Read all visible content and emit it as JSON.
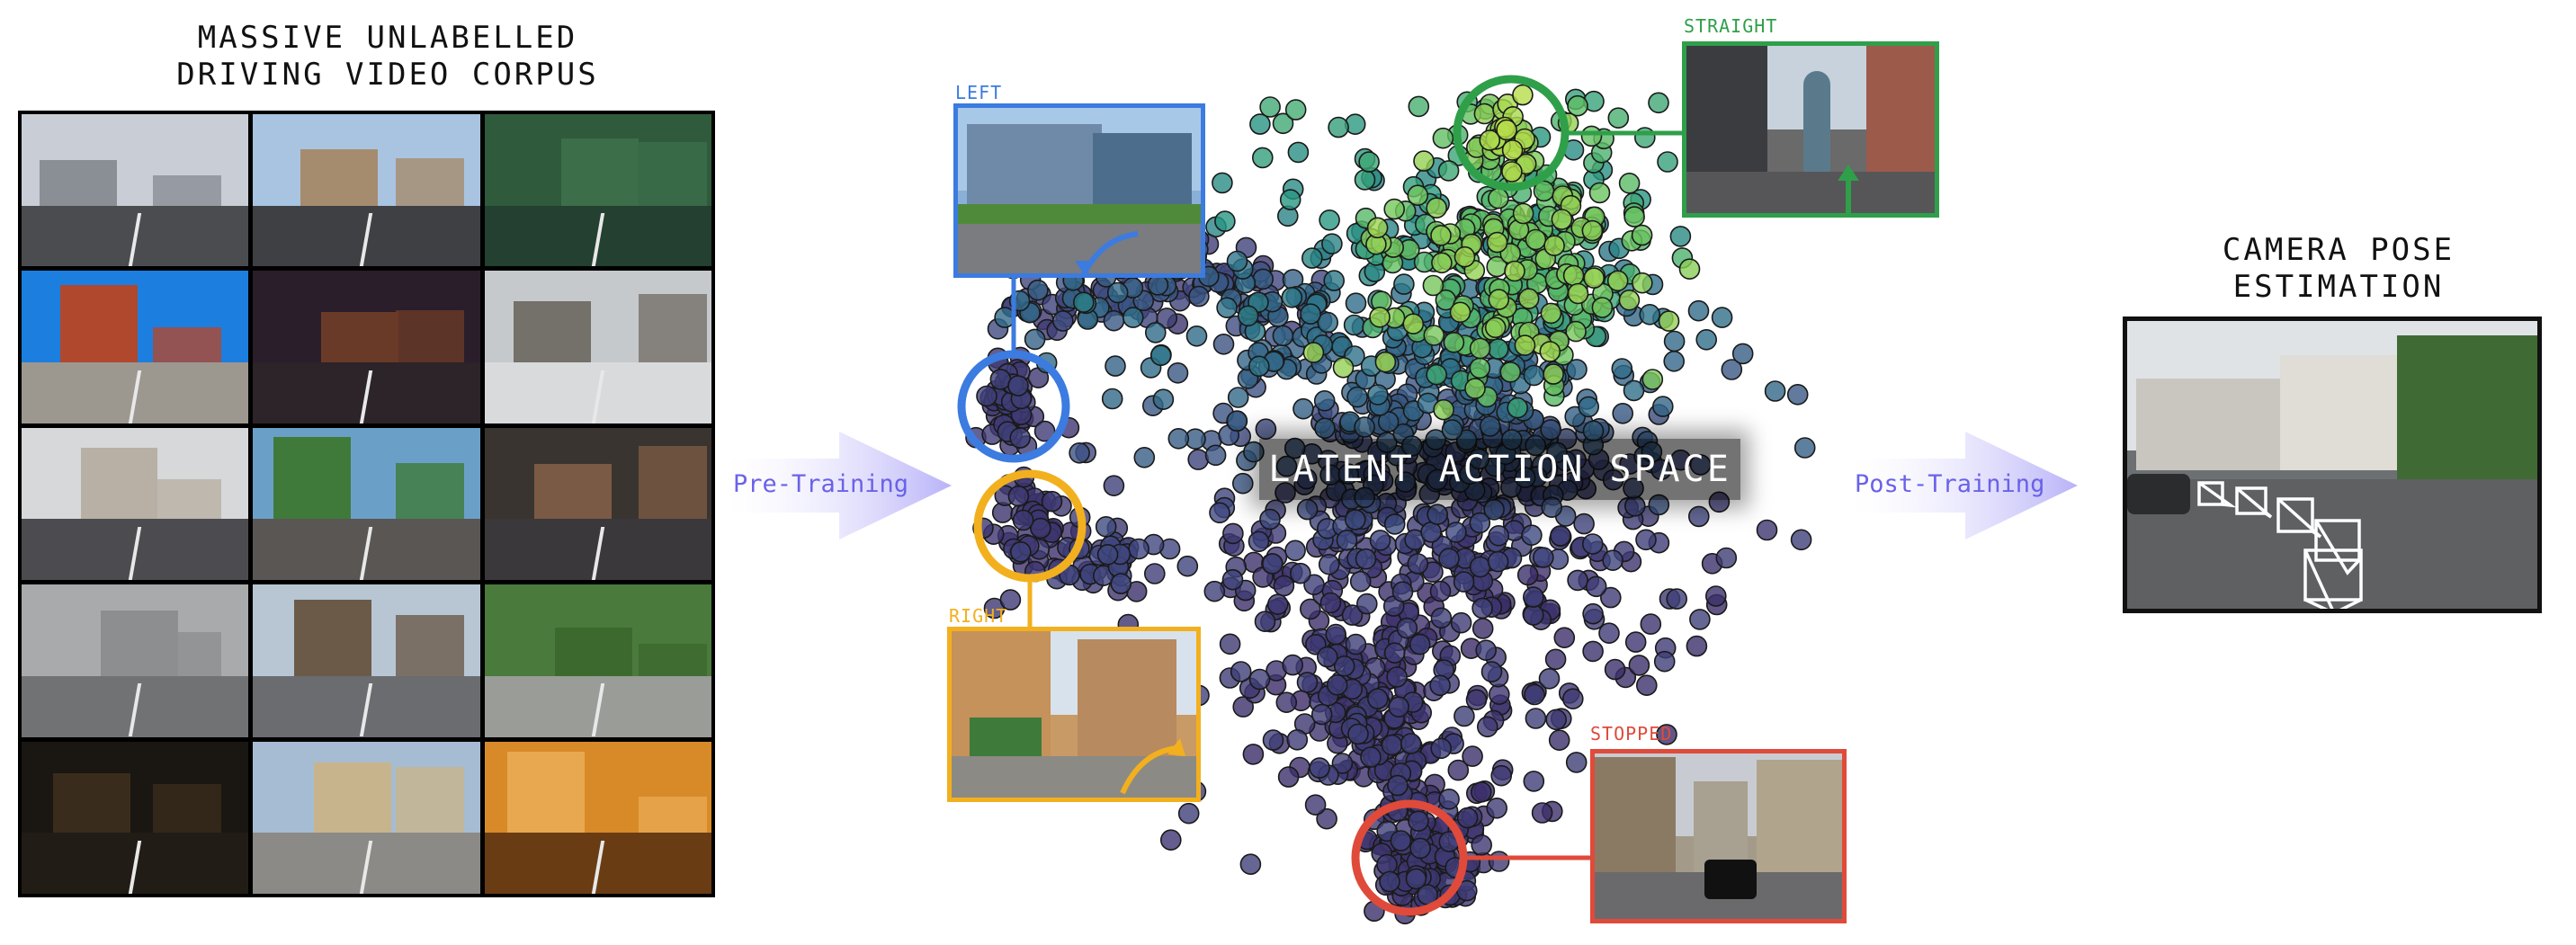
{
  "corpus": {
    "title_line1": "MASSIVE UNLABELLED",
    "title_line2": "DRIVING VIDEO CORPUS",
    "tiles": [
      {
        "sky": "#c9ced6",
        "road": "#4a4c50",
        "bld": "#8a8f96",
        "name": "arc-de-triomphe"
      },
      {
        "sky": "#a9c4e0",
        "road": "#3e4044",
        "bld": "#a58c6e",
        "name": "city-avenue"
      },
      {
        "sky": "#2f5a3c",
        "road": "#234030",
        "bld": "#3c6e4a",
        "name": "rainy-windshield"
      },
      {
        "sky": "#1c7fe0",
        "road": "#9c9890",
        "bld": "#b0482e",
        "name": "golden-gate"
      },
      {
        "sky": "#2a1e2a",
        "road": "#2c2428",
        "bld": "#6a3a28",
        "name": "night-traffic"
      },
      {
        "sky": "#c6c9cc",
        "road": "#d8dadc",
        "bld": "#74706a",
        "name": "snowy-town"
      },
      {
        "sky": "#d6d8da",
        "road": "#4c4c50",
        "bld": "#b8b0a4",
        "name": "paris-street"
      },
      {
        "sky": "#6aa0c8",
        "road": "#5a5654",
        "bld": "#3f7a3a",
        "name": "tropical-road"
      },
      {
        "sky": "#3a3430",
        "road": "#3a383a",
        "bld": "#7a5a44",
        "name": "rainy-night"
      },
      {
        "sky": "#a8aaac",
        "road": "#707274",
        "bld": "#8c8e90",
        "name": "foggy-bridge"
      },
      {
        "sky": "#b8c6d4",
        "road": "#6a6c70",
        "bld": "#6c5a48",
        "name": "eiffel-tower"
      },
      {
        "sky": "#4a7a3c",
        "road": "#9a9c98",
        "bld": "#3c6a2e",
        "name": "mountain-road"
      },
      {
        "sky": "#1a1612",
        "road": "#221c16",
        "bld": "#3a2c1c",
        "name": "night-lights"
      },
      {
        "sky": "#a6bcd2",
        "road": "#8c8a86",
        "bld": "#c8b48c",
        "name": "palace"
      },
      {
        "sky": "#d88a28",
        "road": "#6a3c14",
        "bld": "#e8a850",
        "name": "tunnel"
      }
    ]
  },
  "arrows": {
    "pre": "Pre-Training",
    "post": "Post-Training"
  },
  "latent": {
    "label": "LATENT ACTION SPACE",
    "clusters": {
      "left": {
        "label": "LEFT",
        "color": "#3c7be0"
      },
      "right": {
        "label": "RIGHT",
        "color": "#f2b01e"
      },
      "straight": {
        "label": "STRAIGHT",
        "color": "#2f9f4a"
      },
      "stopped": {
        "label": "STOPPED",
        "color": "#e04a3a"
      }
    }
  },
  "pose": {
    "title_line1": "CAMERA POSE",
    "title_line2": "ESTIMATION"
  },
  "colors": {
    "arrow": "#c8c4fa",
    "arrow_text": "#6a62e8",
    "viridis_dark": "#3b2a66",
    "viridis_mid": "#2f6f8a",
    "viridis_light": "#b8de4a"
  }
}
